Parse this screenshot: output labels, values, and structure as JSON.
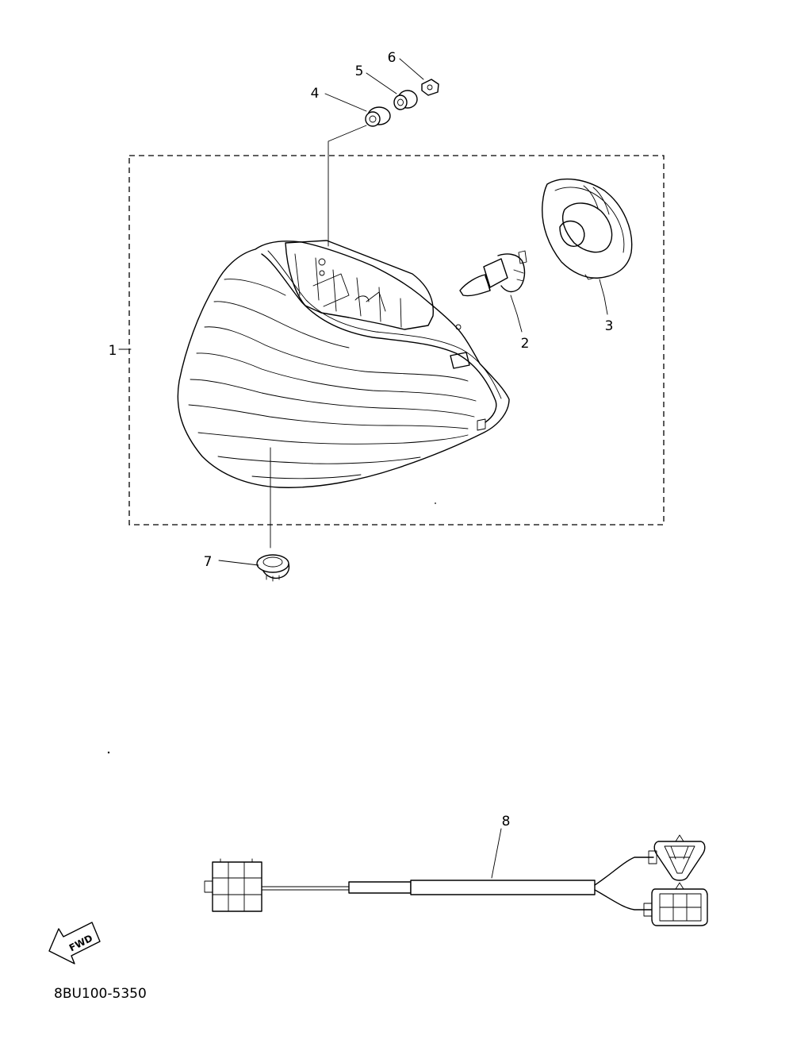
{
  "diagram": {
    "part_number": "8BU100-5350",
    "fwd_label": "FWD",
    "callouts": [
      {
        "id": "1",
        "label": "1"
      },
      {
        "id": "2",
        "label": "2"
      },
      {
        "id": "3",
        "label": "3"
      },
      {
        "id": "4",
        "label": "4"
      },
      {
        "id": "5",
        "label": "5"
      },
      {
        "id": "6",
        "label": "6"
      },
      {
        "id": "7",
        "label": "7"
      },
      {
        "id": "8",
        "label": "8"
      }
    ]
  }
}
